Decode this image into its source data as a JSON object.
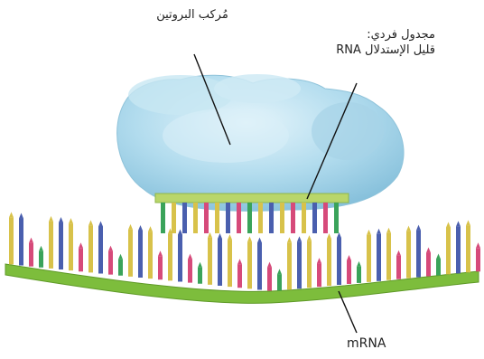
{
  "labels": {
    "protein_complex": "مُركب البروتين",
    "sirna_line1": "مجدول فردي:",
    "sirna_line2": "قليل الإستدلال RNA",
    "mrna": "mRNA"
  },
  "colors": {
    "protein": "#a9d6ea",
    "backbone": "#7dbd3c",
    "base_yellow": "#d8c24a",
    "base_blue": "#4a5fae",
    "base_pink": "#d64a7a",
    "base_green": "#3aa35a",
    "sirna_strand": "#b9d66a"
  }
}
